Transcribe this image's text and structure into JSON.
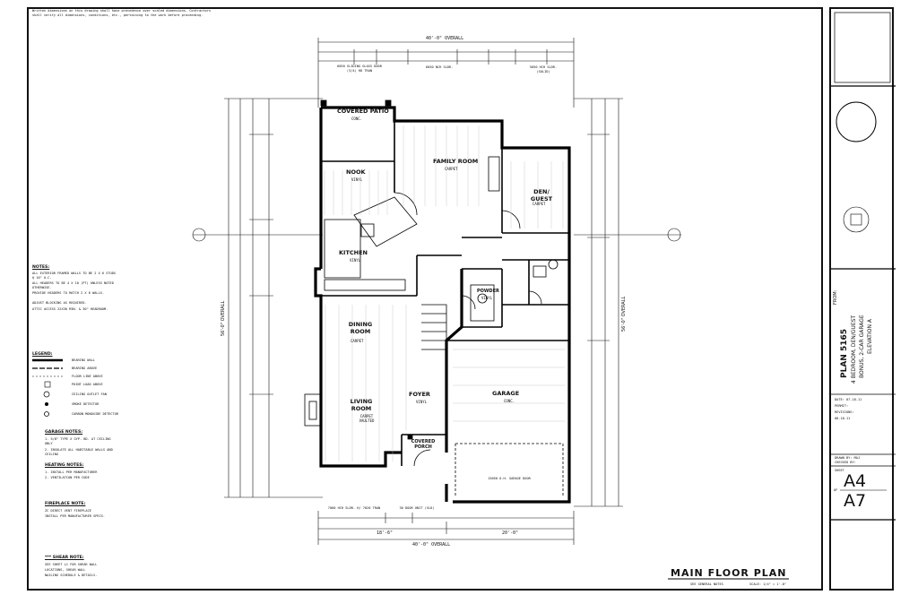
{
  "top_note": "Written dimensions on this drawing shall have precedence over scaled dimensions. Contractors shall verify all dimensions, conditions, etc., pertaining to the work before proceeding.",
  "dimensions": {
    "overall_top": "40'-0\" OVERALL",
    "overall_bottom": "40'-0\" OVERALL",
    "overall_left": "56'-0\" OVERALL",
    "overall_right": "56'-0\" OVERALL",
    "seg_bottom_left": "18'-6\"",
    "seg_bottom_right": "20'-0\""
  },
  "openings": {
    "slider_top_left": "6050 SLIDING GLASS DOOR (3/4) HD TRAN",
    "slider_top_mid": "6050 NCH SLDR.",
    "slider_top_right": "5050 HCH SLDR. (SOLID)",
    "front_window": "7060 HCH SLDR. H/ 7020 TRAN",
    "entry_door": "30 DOOR UNIT (SLD)",
    "garage_door": "15050 O.H. GARAGE DOOR"
  },
  "rooms": {
    "patio": {
      "name": "COVERED PATIO",
      "sub": "CONC."
    },
    "family": {
      "name": "FAMILY ROOM",
      "sub": "CARPET"
    },
    "nook": {
      "name": "NOOK",
      "sub": "VINYL"
    },
    "den": {
      "name": "DEN/ GUEST",
      "sub": "CARPET"
    },
    "kitchen": {
      "name": "KITCHEN",
      "sub": "VINYL"
    },
    "dining": {
      "name": "DINING ROOM",
      "sub": "CARPET"
    },
    "living": {
      "name": "LIVING ROOM",
      "sub": "CARPET VAULTED"
    },
    "foyer": {
      "name": "FOYER",
      "sub": "VINYL"
    },
    "powder": {
      "name": "POWDER",
      "sub": "VINYL"
    },
    "garage": {
      "name": "GARAGE",
      "sub": "CONC."
    },
    "porch": {
      "name": "COVERED PORCH",
      "sub": ""
    }
  },
  "notes": {
    "general_title": "NOTES:",
    "general": [
      "ALL EXTERIOR FRAMED WALLS TO BE 2 X 6 STUDS @ 16\" O.C.",
      "ALL HEADERS TO BE 4 X 10 (PT) UNLESS NOTED OTHERWISE.",
      "PROVIDE HEADERS TO MATCH 2 X 6 WALLS.",
      "ADJUST BLOCKING AS REQUIRED.",
      "ATTIC ACCESS 22X30 MIN. & 30\" HEADROOM."
    ],
    "legend_title": "LEGEND:",
    "legend": [
      "BEARING WALL",
      "BEARING ABOVE",
      "FLOOR LINE ABOVE",
      "POINT LOAD ABOVE",
      "CEILING OUTLET FAN",
      "SMOKE DETECTOR",
      "CARBON MONOXIDE DETECTOR"
    ],
    "garage_title": "GARAGE NOTES:",
    "garage": [
      "1. 5/8\" TYPE X GYP. BD. AT CEILING ONLY",
      "2. INSULATE ALL HABITABLE WALLS AND CEILING"
    ],
    "heating_title": "HEATING NOTES:",
    "heating": [
      "1. INSTALL PER MANUFACTURER",
      "2. VENTILATION PER CODE"
    ],
    "fireplace_title": "FIREPLACE NOTE:",
    "fireplace": [
      "ZC DIRECT VENT FIREPLACE",
      "INSTALL PER MANUFACTURER SPECS."
    ],
    "shear_title": "*** SHEAR NOTE:",
    "shear": [
      "SEE SHEET L1 FOR SHEAR WALL",
      "LOCATIONS, SHEAR WALL",
      "NAILING SCHEDULE & DETAILS."
    ]
  },
  "title_area": {
    "main": "MAIN FLOOR PLAN",
    "general_notes": "SEE GENERAL NOTES",
    "scale": "SCALE: 1/4\" = 1'-0\""
  },
  "title_block": {
    "plan": "PLAN 5165",
    "desc1": "4 BEDROOM, DEN/GUEST",
    "desc2": "BONUS, 2-CAR GARAGE",
    "desc3": "ELEVATION A",
    "from": "FROM:",
    "date": "DATE: 07-18-11",
    "permit": "PERMIT:",
    "revisions": "REVISIONS:",
    "rev1": "08-18-11",
    "drawn": "DRAWN BY: MAJ",
    "checked": "CHECKED BY:",
    "sheet_label": "SHEET",
    "sheet": "A4",
    "of": "OF",
    "total": "A7"
  }
}
